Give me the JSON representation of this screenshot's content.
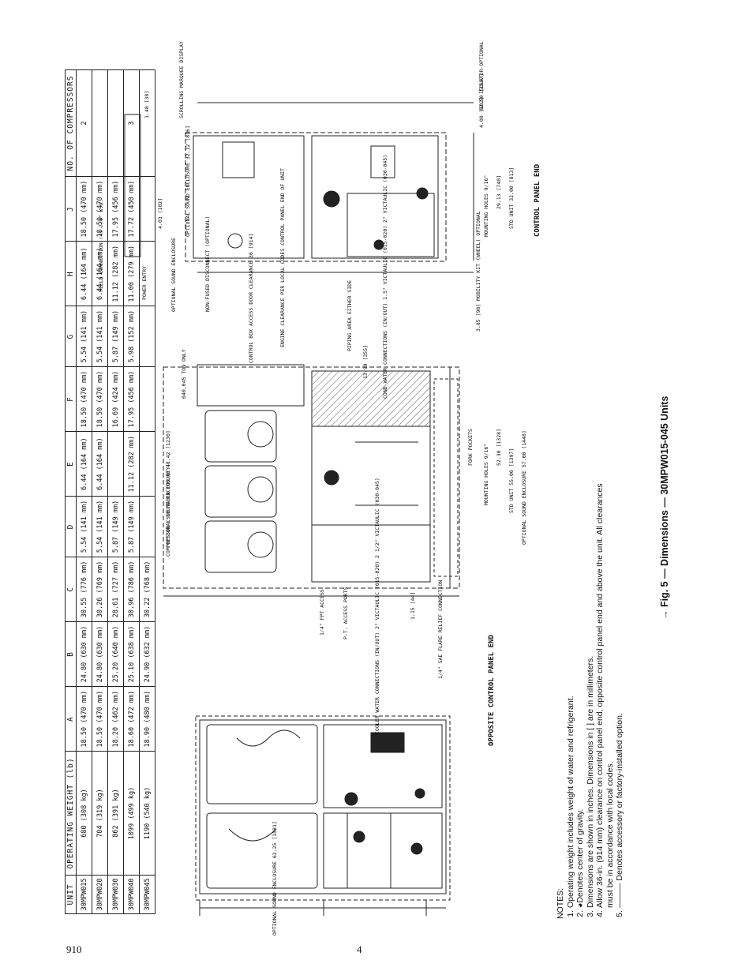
{
  "table": {
    "headers": [
      "UNIT",
      "OPERATING WEIGHT (lb)",
      "A",
      "B",
      "C",
      "D",
      "E",
      "F",
      "G",
      "H",
      "J",
      "NO. OF COMPRESSORS"
    ],
    "rows": [
      [
        "30MPW015",
        "680 (308 kg)",
        "18.50 (470 mm)",
        "24.80 (630 mm)",
        "30.55 (776 mm)",
        "5.54 (141 mm)",
        "6.44 (164 mm)",
        "18.50 (470 mm)",
        "5.54 (141 mm)",
        "6.44 (164 mm)",
        "18.50 (470 mm)",
        "2"
      ],
      [
        "30MPW020",
        "704 (319 kg)",
        "18.50 (470 mm)",
        "24.80 (630 mm)",
        "30.26 (769 mm)",
        "5.54 (141 mm)",
        "6.44 (164 mm)",
        "18.50 (470 mm)",
        "5.54 (141 mm)",
        "6.44 (164 mm)",
        "18.50 (470 mm)",
        ""
      ],
      [
        "30MPW030",
        "862 (391 kg)",
        "18.20 (462 mm)",
        "25.20 (640 mm)",
        "28.61 (727 mm)",
        "5.87 (149 mm)",
        "",
        "16.69 (424 mm)",
        "5.87 (149 mm)",
        "11.12 (282 mm)",
        "17.95 (456 mm)",
        ""
      ],
      [
        "30MPW040",
        "1099 (499 kg)",
        "18.60 (472 mm)",
        "25.10 (638 mm)",
        "30.96 (786 mm)",
        "5.87 (149 mm)",
        "11.12 (282 mm)",
        "17.95 (456 mm)",
        "5.98 (152 mm)",
        "11.00 (279 mm)",
        "17.72 (450 mm)",
        "3"
      ],
      [
        "30MPW045",
        "1190 (540 kg)",
        "18.90 (480 mm)",
        "24.90 (632 mm)",
        "30.22 (768 mm)",
        "",
        "",
        "",
        "",
        "",
        "",
        ""
      ]
    ]
  },
  "notes": {
    "heading": "NOTES:",
    "items": [
      "Operating weight includes weight of water and refrigerant.",
      "Denotes center of gravity.",
      "Dimensions are shown in inches. Dimensions in [ ] are in millimeters.",
      "Allow 36-in. (914 mm) clearance on control panel end, opposite control panel end and above the unit. All clearances must be in accordance with local codes.",
      "——— Denotes accessory or factory-installed option."
    ]
  },
  "figure_title": "→ Fig. 5 — Dimensions — 30MPW015-045 Units",
  "views": {
    "opposite_end": "OPPOSITE CONTROL PANEL END",
    "control_end": "CONTROL PANEL END"
  },
  "callouts": {
    "side": [
      "COMPRESSOR (SEE TABLE FOR QTY)",
      "040,045 TON ONLY",
      "OPTIONAL SOUND ENCLOSURE 48.42 [1230]",
      "CONTROL BOX ACCESS DOOR CLEARANCE 36 [914]",
      "ENGINE CLEARANCE PER LOCAL CODES CONTROL PANEL END OF UNIT",
      "PIPING AREA EITHER SIDE",
      "13.99 [355]",
      "COND WATER CONNECTIONS (IN/OUT) 1.5\" VICTAULIC (015-020) 2\" VICTAULIC (030-045)",
      "1/4\" FPT ACCESS",
      "P.T. ACCESS PORTS",
      "COOLER WATER CONNECTIONS (IN/OUT) 2\" VICTAULIC (015-020) 2 1/2\" VICTAULIC (030-045)",
      "1.15 [44]",
      "1/4\" SAE FLARE RELIEF CONNECTION",
      "FORK POCKETS",
      "MOUNTING HOLES 9/16\"",
      "52.30 [1328]",
      "STD UNIT 55.00 [1397]",
      "OPTIONAL SOUND ENCLOSURE 57.00 [1448]"
    ],
    "control": [
      "62.50 [1587]",
      "SCROLLING MARQUEE DISPLAY",
      "4.00 [102] ISOLATOR-OPTIONAL",
      "1.48 [38]",
      "OPTIONAL SOUND ENCLOSURE 32.12 [816]",
      "FIELD CONNECTION (4) 7/8\" K.O.",
      "POWER ENTRY",
      "4.03 [102]",
      "OPTIONAL SOUND ENCLOSURE",
      "NON-FUSED DISCONNECT (OPTIONAL)",
      "MOUNTING HOLES 9/16\"",
      "29.13 [740]",
      "STD UNIT 32.00 [813]",
      "3.85 [98] MOBILITY KIT (WHEEL) OPTIONAL"
    ],
    "opposite": [
      "OPTIONAL SOUND ENCLOSURE 62.25 [1581]"
    ],
    "component_labels": [
      "COOLER",
      "COND",
      "IN",
      "OUT"
    ],
    "dimension_letters": [
      "A",
      "B",
      "C",
      "D",
      "E",
      "F",
      "G",
      "H",
      "J"
    ]
  },
  "footer": {
    "left": "910",
    "page": "4"
  }
}
